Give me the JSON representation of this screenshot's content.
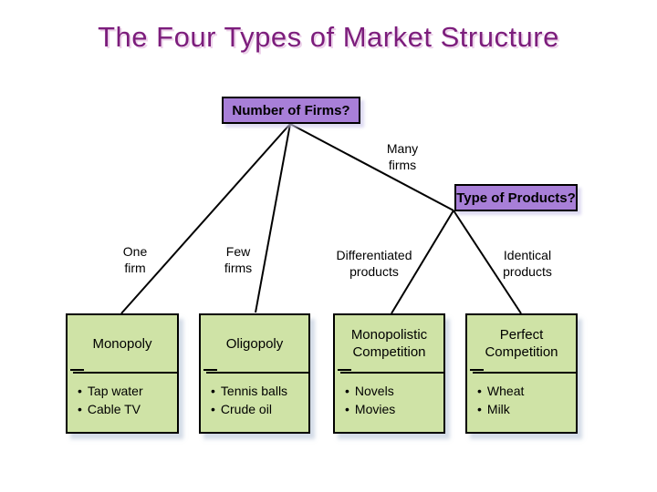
{
  "title": "The Four Types of Market Structure",
  "bullet": "•",
  "nodes": {
    "number_of_firms": {
      "label": "Number of Firms?"
    },
    "type_of_products": {
      "label": "Type of Products?"
    }
  },
  "branches": {
    "one_firm": [
      "One",
      "firm"
    ],
    "few_firms": [
      "Few",
      "firms"
    ],
    "many_firms": [
      "Many",
      "firms"
    ],
    "differentiated": [
      "Differentiated",
      "products"
    ],
    "identical": [
      "Identical",
      "products"
    ]
  },
  "market_types": [
    {
      "name": "Monopoly",
      "examples": [
        "Tap water",
        "Cable TV"
      ]
    },
    {
      "name": "Oligopoly",
      "examples": [
        "Tennis balls",
        "Crude oil"
      ]
    },
    {
      "name": "Monopolistic Competition",
      "examples": [
        "Novels",
        "Movies"
      ]
    },
    {
      "name": "Perfect Competition",
      "examples": [
        "Wheat",
        "Milk"
      ]
    }
  ],
  "colors": {
    "title_text": "#7C1D7C",
    "node_fill": "#A87FD8",
    "card_fill": "#CFE3A6",
    "line": "#000000",
    "background": "#FFFFFF"
  }
}
